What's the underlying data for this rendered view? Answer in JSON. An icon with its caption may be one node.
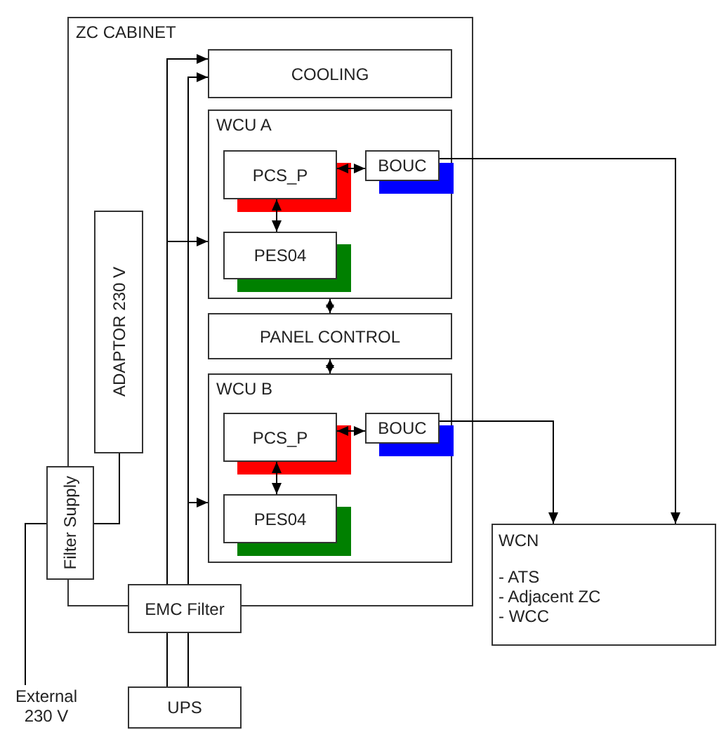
{
  "diagram": {
    "nodes": [
      {
        "text": [
          "ZC CABINET"
        ]
      },
      {
        "text": [
          "COOLING"
        ],
        "in": 0
      },
      {
        "text": [
          "WCU A"
        ],
        "in": 0
      },
      {
        "text": [
          "PCS_P"
        ],
        "in": 2
      },
      {
        "text": [
          "BOUC"
        ],
        "in": 2
      },
      {
        "text": [
          "PES04"
        ],
        "in": 2
      },
      {
        "text": [
          "PANEL CONTROL"
        ],
        "in": 0
      },
      {
        "text": [
          "WCU B"
        ],
        "in": 0
      },
      {
        "text": [
          "PCS_P"
        ],
        "in": 7
      },
      {
        "text": [
          "BOUC"
        ],
        "in": 7
      },
      {
        "text": [
          "PES04"
        ],
        "in": 7
      },
      {
        "text": [
          "ADAPTOR 230 V"
        ],
        "in": 0
      },
      {
        "text": [
          "Filter Supply"
        ]
      },
      {
        "text": [
          "EMC Filter"
        ]
      },
      {
        "text": [
          "UPS"
        ]
      },
      {
        "text": [
          "WCN",
          "- ATS",
          "- Adjacent ZC",
          "- WCC"
        ]
      },
      {
        "text": [
          "External 230 V"
        ]
      }
    ],
    "edges": [
      {
        "from": 3,
        "to": 4,
        "arrow": "both"
      },
      {
        "from": 3,
        "to": 5,
        "arrow": "both"
      },
      {
        "from": 2,
        "to": 6,
        "arrow": "both"
      },
      {
        "from": 6,
        "to": 7,
        "arrow": "both"
      },
      {
        "from": 8,
        "to": 9,
        "arrow": "both"
      },
      {
        "from": 8,
        "to": 10,
        "arrow": "both"
      },
      {
        "from": 4,
        "to": 15,
        "arrow": "to"
      },
      {
        "from": 9,
        "to": 15,
        "arrow": "to"
      },
      {
        "from": 13,
        "to": 1,
        "arrow": "to"
      },
      {
        "from": 13,
        "to": 1,
        "arrow": "to"
      },
      {
        "from": 13,
        "to": 2,
        "arrow": "to"
      },
      {
        "from": 13,
        "to": 7,
        "arrow": "to"
      },
      {
        "from": 14,
        "to": 13,
        "arrow": "none"
      },
      {
        "from": 14,
        "to": 13,
        "arrow": "none"
      },
      {
        "from": 12,
        "to": 11,
        "arrow": "none"
      },
      {
        "from": 16,
        "to": 12,
        "arrow": "none"
      }
    ]
  }
}
